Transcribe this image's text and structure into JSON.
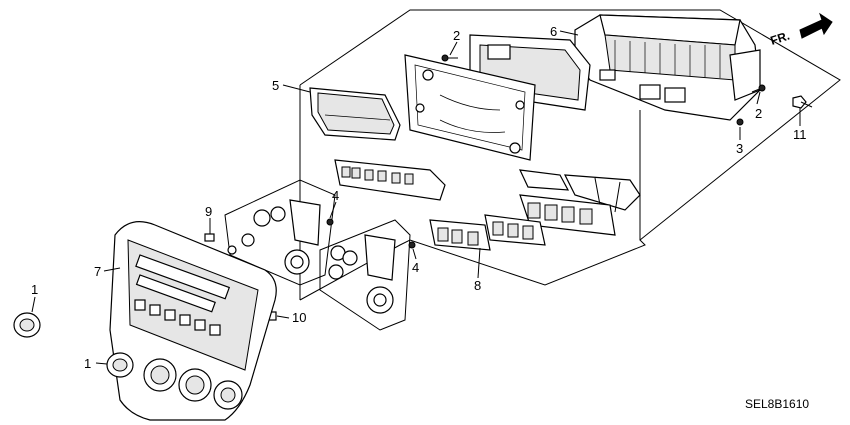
{
  "diagram": {
    "diagram_code": "SEL8B1610",
    "direction_label": "FR.",
    "callouts": [
      {
        "id": "c1a",
        "label": "1"
      },
      {
        "id": "c1b",
        "label": "1"
      },
      {
        "id": "c2a",
        "label": "2"
      },
      {
        "id": "c2b",
        "label": "2"
      },
      {
        "id": "c3",
        "label": "3"
      },
      {
        "id": "c4a",
        "label": "4"
      },
      {
        "id": "c4b",
        "label": "4"
      },
      {
        "id": "c5",
        "label": "5"
      },
      {
        "id": "c6",
        "label": "6"
      },
      {
        "id": "c7",
        "label": "7"
      },
      {
        "id": "c8",
        "label": "8"
      },
      {
        "id": "c9",
        "label": "9"
      },
      {
        "id": "c10",
        "label": "10"
      },
      {
        "id": "c11",
        "label": "11"
      }
    ]
  }
}
